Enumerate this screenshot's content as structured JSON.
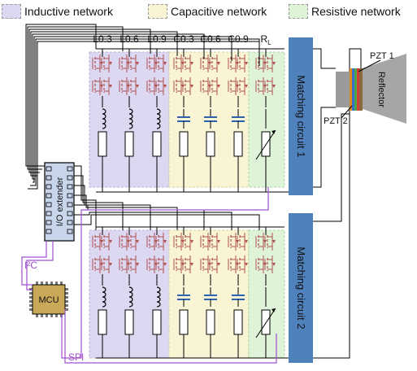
{
  "legend": [
    {
      "label": "Inductive network",
      "color": "#dcd8f1"
    },
    {
      "label": "Capacitive network",
      "color": "#f8f4d4"
    },
    {
      "label": "Resistive network",
      "color": "#dff3d8"
    }
  ],
  "columns": [
    {
      "label": "L0.3",
      "type": "inductor"
    },
    {
      "label": "L0.6",
      "type": "inductor"
    },
    {
      "label": "L0.9",
      "type": "inductor"
    },
    {
      "label": "C0.3",
      "type": "capacitor"
    },
    {
      "label": "C0.6",
      "type": "capacitor"
    },
    {
      "label": "C0.9",
      "type": "capacitor"
    },
    {
      "label": "R",
      "sub": "L",
      "type": "potentiometer"
    }
  ],
  "blocks": {
    "matching_1": "Matching circuit 1",
    "matching_2": "Matching circuit 2",
    "io_extender": "I/O extender",
    "mcu": "MCU"
  },
  "transducer": {
    "pzt1": "PZT 1",
    "pzt2": "PZT 2",
    "reflector": "Reflector"
  },
  "buses": {
    "i2c": "I²C",
    "spi": "SPI"
  },
  "colors": {
    "inductive_bg": "#dcd8f1",
    "capacitive_bg": "#f8f4d4",
    "resistive_bg": "#dff3d8",
    "matching_block": "#4f81bd",
    "switch": "#b05050",
    "capacitor": "#2f5faf",
    "bus": "#a050d0",
    "wire": "#000000"
  }
}
